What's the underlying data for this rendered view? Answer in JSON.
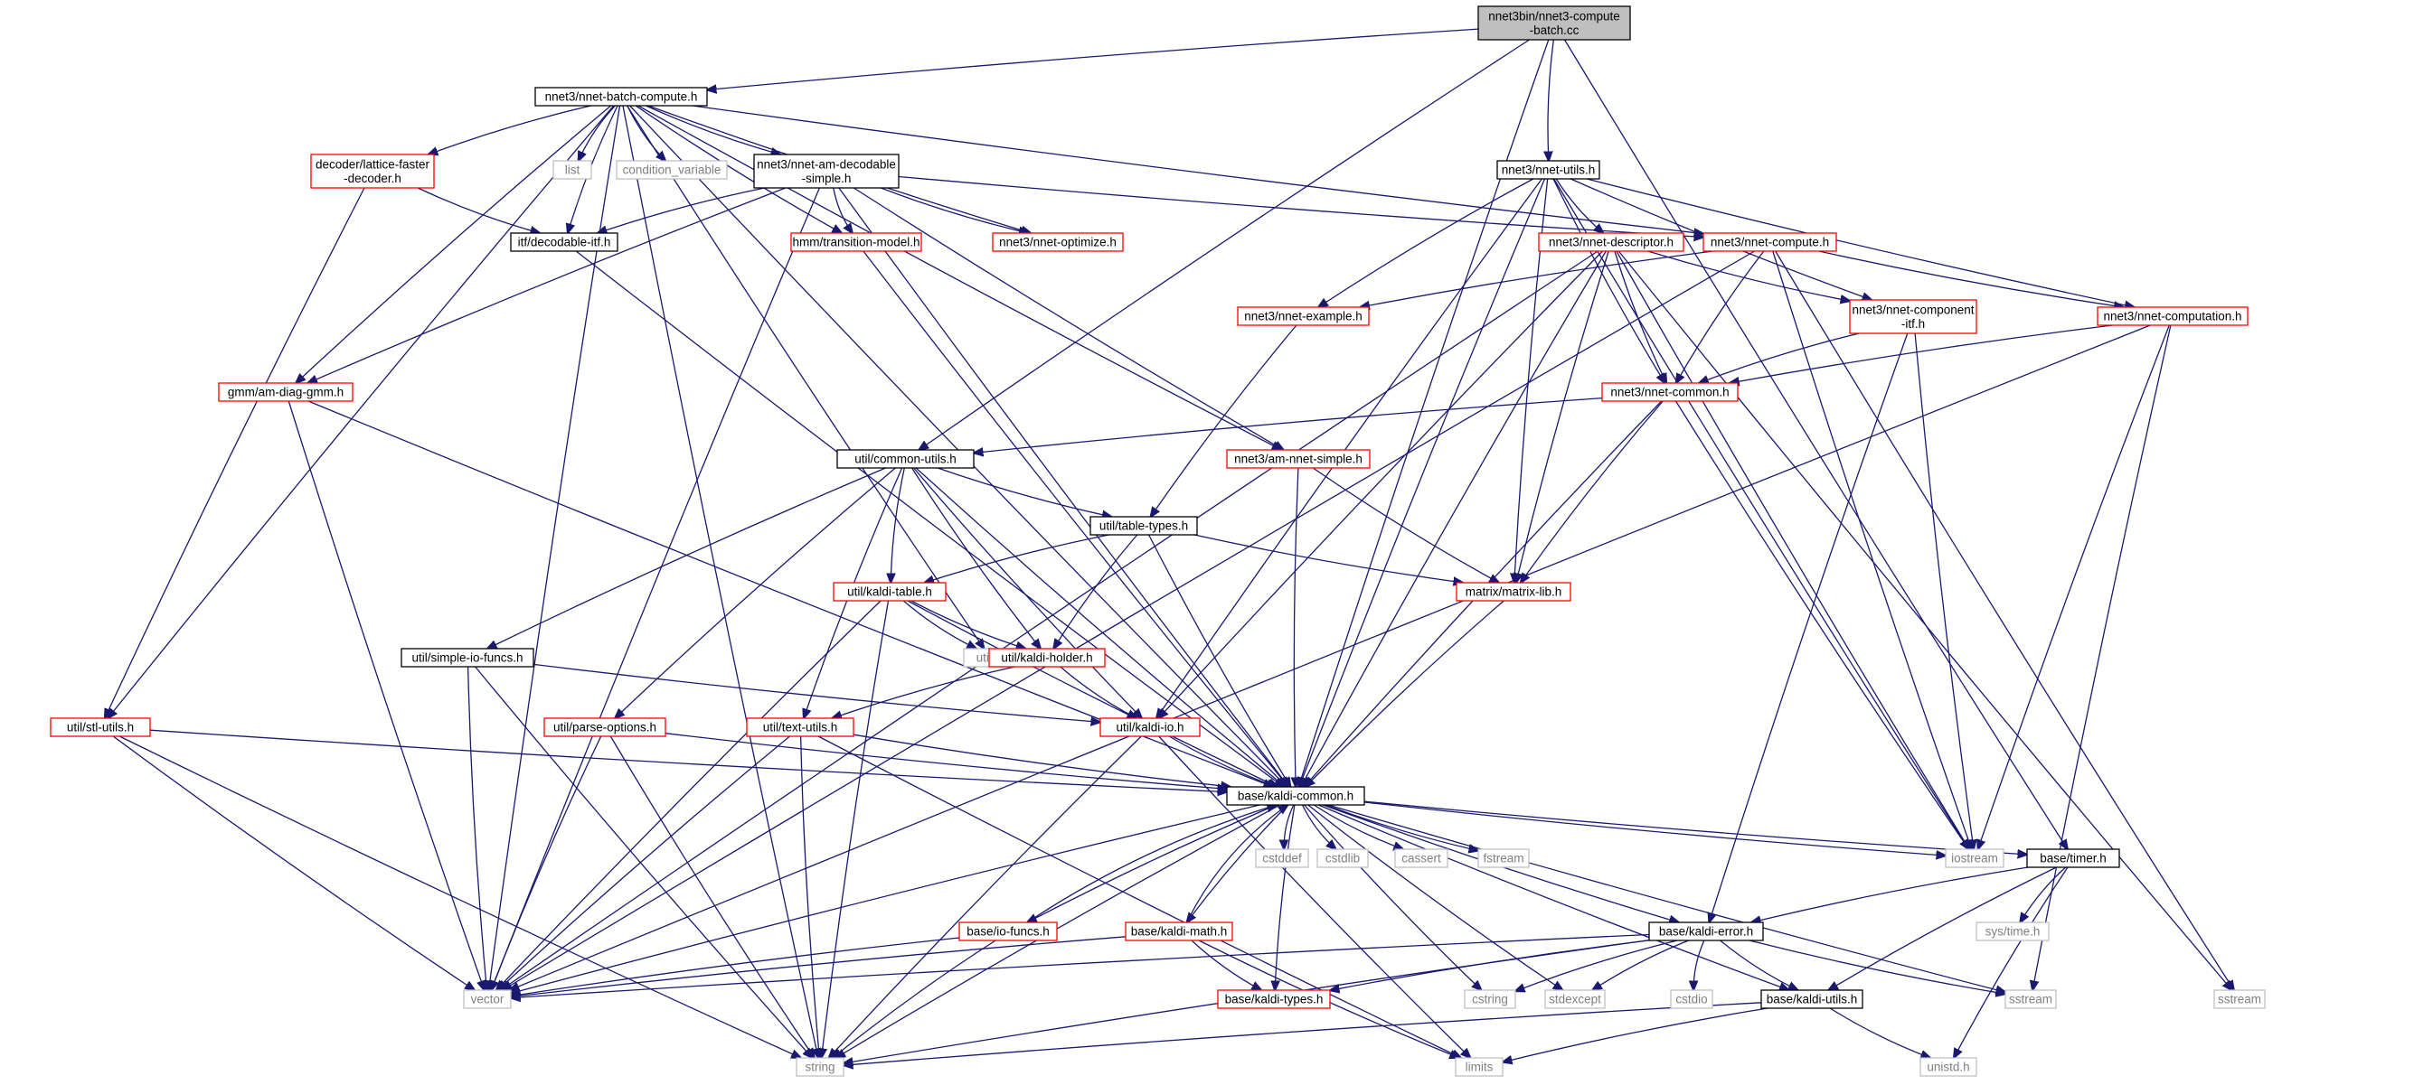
{
  "diagram": {
    "title": "",
    "colors": {
      "edge": "#191970",
      "root_fill": "#bfbfbf",
      "local_border": "#000000",
      "truncated_border": "#ff0000",
      "system_border": "#bfbfbf",
      "system_text": "#7f7f7f"
    },
    "nodes": [
      {
        "id": "root",
        "label": "nnet3bin/nnet3-compute\n-batch.cc",
        "kind": "root"
      },
      {
        "id": "nbc",
        "label": "nnet3/nnet-batch-compute.h",
        "kind": "local"
      },
      {
        "id": "nutils",
        "label": "nnet3/nnet-utils.h",
        "kind": "local"
      },
      {
        "id": "lfd",
        "label": "decoder/lattice-faster\n-decoder.h",
        "kind": "truncated"
      },
      {
        "id": "list",
        "label": "list",
        "kind": "system"
      },
      {
        "id": "cv",
        "label": "condition_variable",
        "kind": "system"
      },
      {
        "id": "nads",
        "label": "nnet3/nnet-am-decodable\n-simple.h",
        "kind": "local"
      },
      {
        "id": "itf",
        "label": "itf/decodable-itf.h",
        "kind": "local"
      },
      {
        "id": "hmm",
        "label": "hmm/transition-model.h",
        "kind": "truncated"
      },
      {
        "id": "nopt",
        "label": "nnet3/nnet-optimize.h",
        "kind": "truncated"
      },
      {
        "id": "ndesc",
        "label": "nnet3/nnet-descriptor.h",
        "kind": "truncated"
      },
      {
        "id": "ncomp",
        "label": "nnet3/nnet-compute.h",
        "kind": "truncated"
      },
      {
        "id": "nexa",
        "label": "nnet3/nnet-example.h",
        "kind": "truncated"
      },
      {
        "id": "ncitf",
        "label": "nnet3/nnet-component\n-itf.h",
        "kind": "truncated"
      },
      {
        "id": "ncomputation",
        "label": "nnet3/nnet-computation.h",
        "kind": "truncated"
      },
      {
        "id": "ncommon",
        "label": "nnet3/nnet-common.h",
        "kind": "truncated"
      },
      {
        "id": "gmm",
        "label": "gmm/am-diag-gmm.h",
        "kind": "truncated"
      },
      {
        "id": "cu",
        "label": "util/common-utils.h",
        "kind": "local"
      },
      {
        "id": "anns",
        "label": "nnet3/am-nnet-simple.h",
        "kind": "truncated"
      },
      {
        "id": "tt",
        "label": "util/table-types.h",
        "kind": "local"
      },
      {
        "id": "kt",
        "label": "util/kaldi-table.h",
        "kind": "truncated"
      },
      {
        "id": "mat",
        "label": "matrix/matrix-lib.h",
        "kind": "truncated"
      },
      {
        "id": "utility",
        "label": "utility",
        "kind": "system"
      },
      {
        "id": "kh",
        "label": "util/kaldi-holder.h",
        "kind": "truncated"
      },
      {
        "id": "sio",
        "label": "util/simple-io-funcs.h",
        "kind": "local"
      },
      {
        "id": "stl",
        "label": "util/stl-utils.h",
        "kind": "truncated"
      },
      {
        "id": "po",
        "label": "util/parse-options.h",
        "kind": "truncated"
      },
      {
        "id": "tu",
        "label": "util/text-utils.h",
        "kind": "truncated"
      },
      {
        "id": "kio",
        "label": "util/kaldi-io.h",
        "kind": "truncated"
      },
      {
        "id": "kc",
        "label": "base/kaldi-common.h",
        "kind": "local"
      },
      {
        "id": "cstddef",
        "label": "cstddef",
        "kind": "system"
      },
      {
        "id": "cstdlib",
        "label": "cstdlib",
        "kind": "system"
      },
      {
        "id": "cassert",
        "label": "cassert",
        "kind": "system"
      },
      {
        "id": "fstream",
        "label": "fstream",
        "kind": "system"
      },
      {
        "id": "iostream",
        "label": "iostream",
        "kind": "system"
      },
      {
        "id": "timer",
        "label": "base/timer.h",
        "kind": "local"
      },
      {
        "id": "iof",
        "label": "base/io-funcs.h",
        "kind": "truncated"
      },
      {
        "id": "km",
        "label": "base/kaldi-math.h",
        "kind": "truncated"
      },
      {
        "id": "ke",
        "label": "base/kaldi-error.h",
        "kind": "local"
      },
      {
        "id": "systime",
        "label": "sys/time.h",
        "kind": "system"
      },
      {
        "id": "vector",
        "label": "vector",
        "kind": "system"
      },
      {
        "id": "ktypes",
        "label": "base/kaldi-types.h",
        "kind": "truncated"
      },
      {
        "id": "cstring",
        "label": "cstring",
        "kind": "system"
      },
      {
        "id": "stdexcept",
        "label": "stdexcept",
        "kind": "system"
      },
      {
        "id": "cstdio",
        "label": "cstdio",
        "kind": "system"
      },
      {
        "id": "ku",
        "label": "base/kaldi-utils.h",
        "kind": "local"
      },
      {
        "id": "sstream_mid",
        "label": "sstream",
        "kind": "system"
      },
      {
        "id": "sstream_right",
        "label": "sstream",
        "kind": "system"
      },
      {
        "id": "string",
        "label": "string",
        "kind": "system"
      },
      {
        "id": "limits",
        "label": "limits",
        "kind": "system"
      },
      {
        "id": "unistd",
        "label": "unistd.h",
        "kind": "system"
      }
    ],
    "edges": [
      [
        "root",
        "nbc"
      ],
      [
        "root",
        "nutils"
      ],
      [
        "root",
        "cu"
      ],
      [
        "root",
        "kc"
      ],
      [
        "root",
        "timer"
      ],
      [
        "nbc",
        "lfd"
      ],
      [
        "nbc",
        "list"
      ],
      [
        "nbc",
        "cv"
      ],
      [
        "nbc",
        "nads"
      ],
      [
        "nbc",
        "itf"
      ],
      [
        "nbc",
        "hmm"
      ],
      [
        "nbc",
        "nopt"
      ],
      [
        "nbc",
        "ncomp"
      ],
      [
        "nbc",
        "gmm"
      ],
      [
        "nbc",
        "anns"
      ],
      [
        "nbc",
        "utility"
      ],
      [
        "nbc",
        "stl"
      ],
      [
        "nbc",
        "kc"
      ],
      [
        "nbc",
        "vector"
      ],
      [
        "nbc",
        "string"
      ],
      [
        "lfd",
        "itf"
      ],
      [
        "lfd",
        "stl"
      ],
      [
        "nads",
        "itf"
      ],
      [
        "nads",
        "hmm"
      ],
      [
        "nads",
        "nopt"
      ],
      [
        "nads",
        "ncomp"
      ],
      [
        "nads",
        "gmm"
      ],
      [
        "nads",
        "anns"
      ],
      [
        "nads",
        "kc"
      ],
      [
        "nads",
        "vector"
      ],
      [
        "itf",
        "kc"
      ],
      [
        "hmm",
        "kc"
      ],
      [
        "nutils",
        "ndesc"
      ],
      [
        "nutils",
        "ncomputation"
      ],
      [
        "nutils",
        "ncitf"
      ],
      [
        "nutils",
        "nexa"
      ],
      [
        "nutils",
        "ncommon"
      ],
      [
        "nutils",
        "mat"
      ],
      [
        "nutils",
        "kio"
      ],
      [
        "nutils",
        "kc"
      ],
      [
        "nutils",
        "iostream"
      ],
      [
        "ncomp",
        "nexa"
      ],
      [
        "ncomp",
        "ncommon"
      ],
      [
        "ncomp",
        "ncomputation"
      ],
      [
        "ncomp",
        "vector"
      ],
      [
        "ncomp",
        "iostream"
      ],
      [
        "ncomp",
        "sstream_right"
      ],
      [
        "ndesc",
        "ncommon"
      ],
      [
        "ndesc",
        "ncitf"
      ],
      [
        "ndesc",
        "mat"
      ],
      [
        "ndesc",
        "kc"
      ],
      [
        "ndesc",
        "kio"
      ],
      [
        "ndesc",
        "vector"
      ],
      [
        "ndesc",
        "iostream"
      ],
      [
        "ndesc",
        "sstream_right"
      ],
      [
        "ncitf",
        "ncommon"
      ],
      [
        "ncitf",
        "iostream"
      ],
      [
        "ncitf",
        "ke"
      ],
      [
        "ncomputation",
        "ncommon"
      ],
      [
        "ncomputation",
        "iostream"
      ],
      [
        "ncomputation",
        "sstream_mid"
      ],
      [
        "ncomputation",
        "vector"
      ],
      [
        "ncommon",
        "cu"
      ],
      [
        "ncommon",
        "mat"
      ],
      [
        "ncommon",
        "kc"
      ],
      [
        "ncommon",
        "iostream"
      ],
      [
        "nexa",
        "tt"
      ],
      [
        "gmm",
        "kc"
      ],
      [
        "gmm",
        "vector"
      ],
      [
        "cu",
        "tt"
      ],
      [
        "cu",
        "kt"
      ],
      [
        "cu",
        "kh"
      ],
      [
        "cu",
        "kio"
      ],
      [
        "cu",
        "sio"
      ],
      [
        "cu",
        "po"
      ],
      [
        "cu",
        "tu"
      ],
      [
        "cu",
        "kc"
      ],
      [
        "anns",
        "mat"
      ],
      [
        "anns",
        "kc"
      ],
      [
        "tt",
        "kt"
      ],
      [
        "tt",
        "kh"
      ],
      [
        "tt",
        "mat"
      ],
      [
        "tt",
        "kc"
      ],
      [
        "kt",
        "utility"
      ],
      [
        "kt",
        "kh"
      ],
      [
        "kt",
        "kc"
      ],
      [
        "kt",
        "vector"
      ],
      [
        "kt",
        "string"
      ],
      [
        "mat",
        "kc"
      ],
      [
        "kh",
        "kio"
      ],
      [
        "kh",
        "tu"
      ],
      [
        "sio",
        "kio"
      ],
      [
        "sio",
        "vector"
      ],
      [
        "sio",
        "string"
      ],
      [
        "stl",
        "kc"
      ],
      [
        "stl",
        "vector"
      ],
      [
        "stl",
        "string"
      ],
      [
        "po",
        "kc"
      ],
      [
        "po",
        "vector"
      ],
      [
        "po",
        "string"
      ],
      [
        "tu",
        "kc"
      ],
      [
        "tu",
        "vector"
      ],
      [
        "tu",
        "string"
      ],
      [
        "tu",
        "limits"
      ],
      [
        "kio",
        "kc"
      ],
      [
        "kio",
        "string"
      ],
      [
        "kio",
        "limits"
      ],
      [
        "kc",
        "cstddef"
      ],
      [
        "kc",
        "cstdlib"
      ],
      [
        "kc",
        "cassert"
      ],
      [
        "kc",
        "fstream"
      ],
      [
        "kc",
        "iostream"
      ],
      [
        "kc",
        "sstream_mid"
      ],
      [
        "kc",
        "stdexcept"
      ],
      [
        "kc",
        "cstring"
      ],
      [
        "kc",
        "iof"
      ],
      [
        "kc",
        "km"
      ],
      [
        "kc",
        "ke"
      ],
      [
        "kc",
        "ku"
      ],
      [
        "kc",
        "ktypes"
      ],
      [
        "kc",
        "timer"
      ],
      [
        "kc",
        "vector"
      ],
      [
        "kc",
        "string"
      ],
      [
        "iof",
        "kc"
      ],
      [
        "iof",
        "vector"
      ],
      [
        "iof",
        "string"
      ],
      [
        "km",
        "kc"
      ],
      [
        "km",
        "ktypes"
      ],
      [
        "km",
        "limits"
      ],
      [
        "km",
        "vector"
      ],
      [
        "ke",
        "ktypes"
      ],
      [
        "ke",
        "ku"
      ],
      [
        "ke",
        "cstring"
      ],
      [
        "ke",
        "stdexcept"
      ],
      [
        "ke",
        "cstdio"
      ],
      [
        "ke",
        "sstream_mid"
      ],
      [
        "ke",
        "vector"
      ],
      [
        "ke",
        "string"
      ],
      [
        "timer",
        "ke"
      ],
      [
        "timer",
        "ku"
      ],
      [
        "timer",
        "systime"
      ],
      [
        "timer",
        "unistd"
      ],
      [
        "ku",
        "string"
      ],
      [
        "ku",
        "limits"
      ],
      [
        "ku",
        "unistd"
      ]
    ]
  }
}
